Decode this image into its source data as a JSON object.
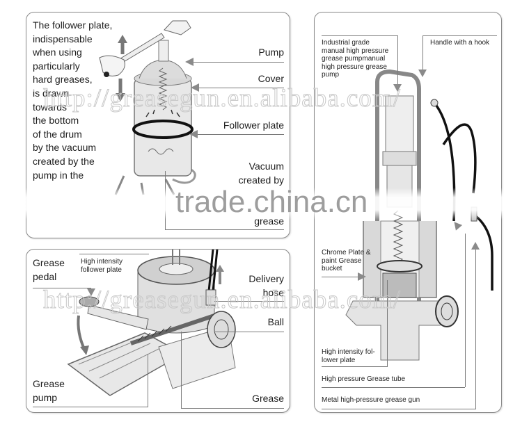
{
  "panels": {
    "top_left": {
      "description": "The follower plate,\nindispensable\nwhen using\nparticularly\nhard greases,\nis drawn\ntowards\nthe bottom\nof the drum\nby the vacuum\ncreated by the\npump in the",
      "labels": {
        "pump": "Pump",
        "cover": "Cover",
        "follower_plate": "Follower plate",
        "vacuum": "Vacuum\ncreated by",
        "grease": "grease"
      }
    },
    "bottom_left": {
      "labels": {
        "grease_pedal": "Grease\npedal",
        "high_intensity_follower_plate": "High intensity\nfollower plate",
        "delivery_hose": "Delivery\nhose",
        "ball": "Ball",
        "grease_pump": "Grease\npump",
        "grease": "Grease"
      }
    },
    "right": {
      "labels": {
        "industrial_pump": "Industrial grade\nmanual high pressure\ngrease pumpmanual\nhigh pressure grease\npump",
        "handle_hook": "Handle with a hook",
        "chrome_bucket": "Chrome Plate &\npaint Grease\nbucket",
        "follower_plate": "High intensity fol-\nlower plate",
        "grease_tube": "High pressure Grease tube",
        "grease_gun": "Metal high-pressure grease gun"
      }
    }
  },
  "watermarks": {
    "url_top": "http://greasegun.en.alibaba.com/",
    "url_bottom": "http://greasegun.en.alibaba.com/",
    "trade": "trade.china.cn"
  },
  "colors": {
    "border": "#8a8a8a",
    "arrow": "#8a8a8a",
    "text": "#1d1d1d",
    "watermark": "#c8c8c8"
  }
}
